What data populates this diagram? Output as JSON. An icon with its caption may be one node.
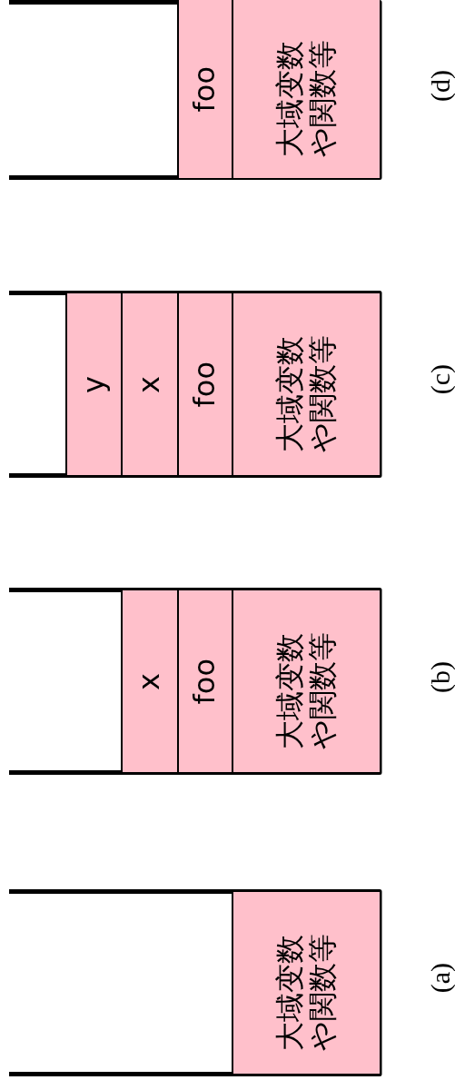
{
  "diagram": {
    "nodes": [
      {
        "text": [],
        "shape": "box",
        "beside": [
          "(a)"
        ]
      },
      {
        "text": [
          "大域变数や関数等"
        ],
        "in": 0
      },
      {
        "text": [],
        "shape": "box",
        "beside": [
          "(b)"
        ]
      },
      {
        "text": [
          "x"
        ],
        "in": 2
      },
      {
        "text": [
          "foo"
        ],
        "in": 2
      },
      {
        "text": [
          "大域变数や関数等"
        ],
        "in": 2
      },
      {
        "text": [],
        "shape": "box",
        "beside": [
          "(c)"
        ]
      },
      {
        "text": [
          "y"
        ],
        "in": 6
      },
      {
        "text": [
          "x"
        ],
        "in": 6
      },
      {
        "text": [
          "foo"
        ],
        "in": 6
      },
      {
        "text": [
          "大域变数や関数等"
        ],
        "in": 6
      },
      {
        "text": [],
        "shape": "box",
        "beside": [
          "(d)"
        ]
      },
      {
        "text": [
          "foo"
        ],
        "in": 11
      },
      {
        "text": [
          "大域变数や関数等"
        ],
        "in": 11
      }
    ]
  }
}
